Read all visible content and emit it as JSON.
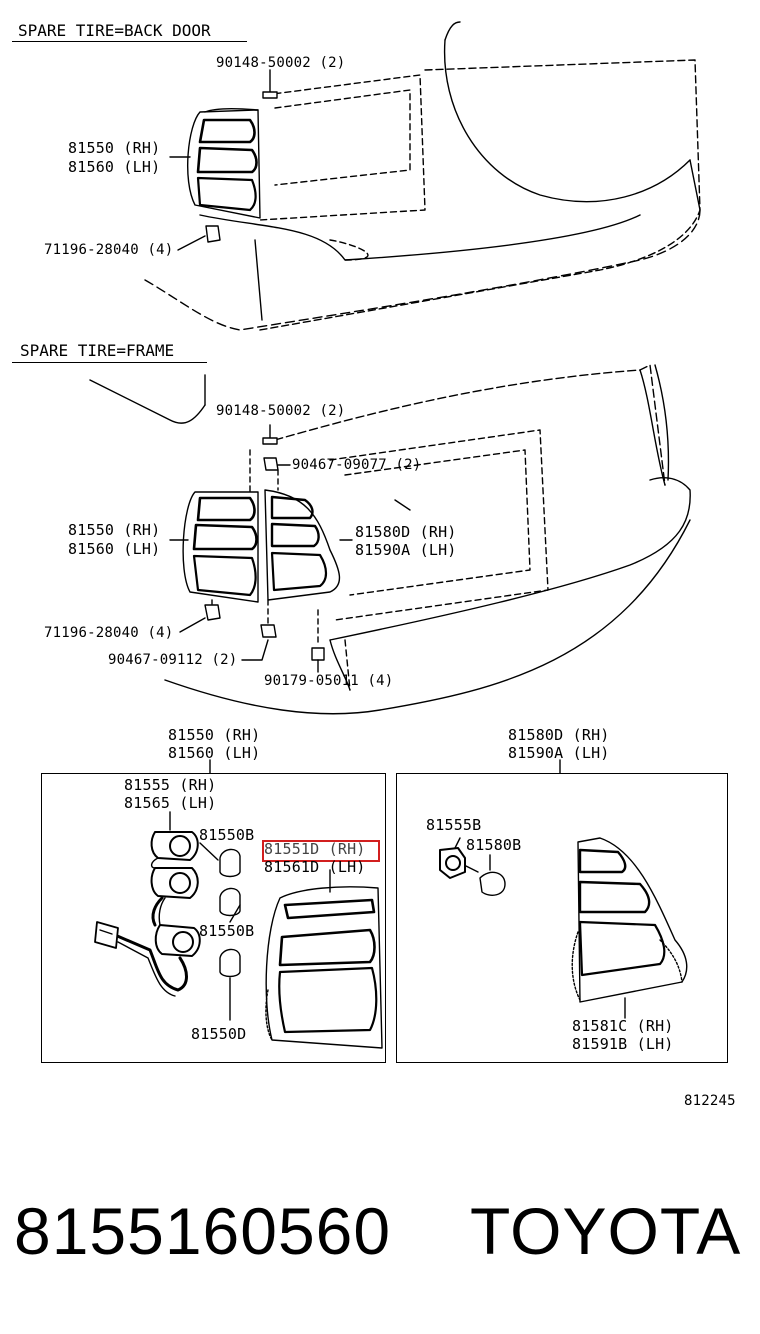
{
  "sections": {
    "top_header": "SPARE TIRE=BACK DOOR",
    "mid_header": "SPARE TIRE=FRAME"
  },
  "top": {
    "bolt": "90148-50002 (2)",
    "lamp_rh": "81550 (RH)",
    "lamp_lh": "81560 (LH)",
    "clip": "71196-28040 (4)"
  },
  "mid": {
    "bolt": "90148-50002 (2)",
    "nut": "90467-09077 (2)",
    "lamp_rh": "81550 (RH)",
    "lamp_lh": "81560 (LH)",
    "lamp2_rh": "81580D (RH)",
    "lamp2_lh": "81590A (LH)",
    "clip": "71196-28040 (4)",
    "clip2": "90467-09112 (2)",
    "nut2": "90179-05011 (4)"
  },
  "box_left": {
    "title_rh": "81550 (RH)",
    "title_lh": "81560 (LH)",
    "socket_rh": "81555 (RH)",
    "socket_lh": "81565 (LH)",
    "bulb_a": "81550B",
    "bulb_b": "81550B",
    "bulb_d": "81550D",
    "lens_rh": "81551D (RH)",
    "lens_lh": "81561D (LH)"
  },
  "box_right": {
    "title_rh": "81580D (RH)",
    "title_lh": "81590A (LH)",
    "socket": "81555B",
    "bulb": "81580B",
    "lens_rh": "81581C (RH)",
    "lens_lh": "81591B (LH)"
  },
  "diagram_id": "812245",
  "footer": {
    "part_number": "8155160560",
    "brand": "TOYOTA"
  },
  "colors": {
    "line": "#000000",
    "highlight": "#d21f1f",
    "background": "#ffffff"
  }
}
